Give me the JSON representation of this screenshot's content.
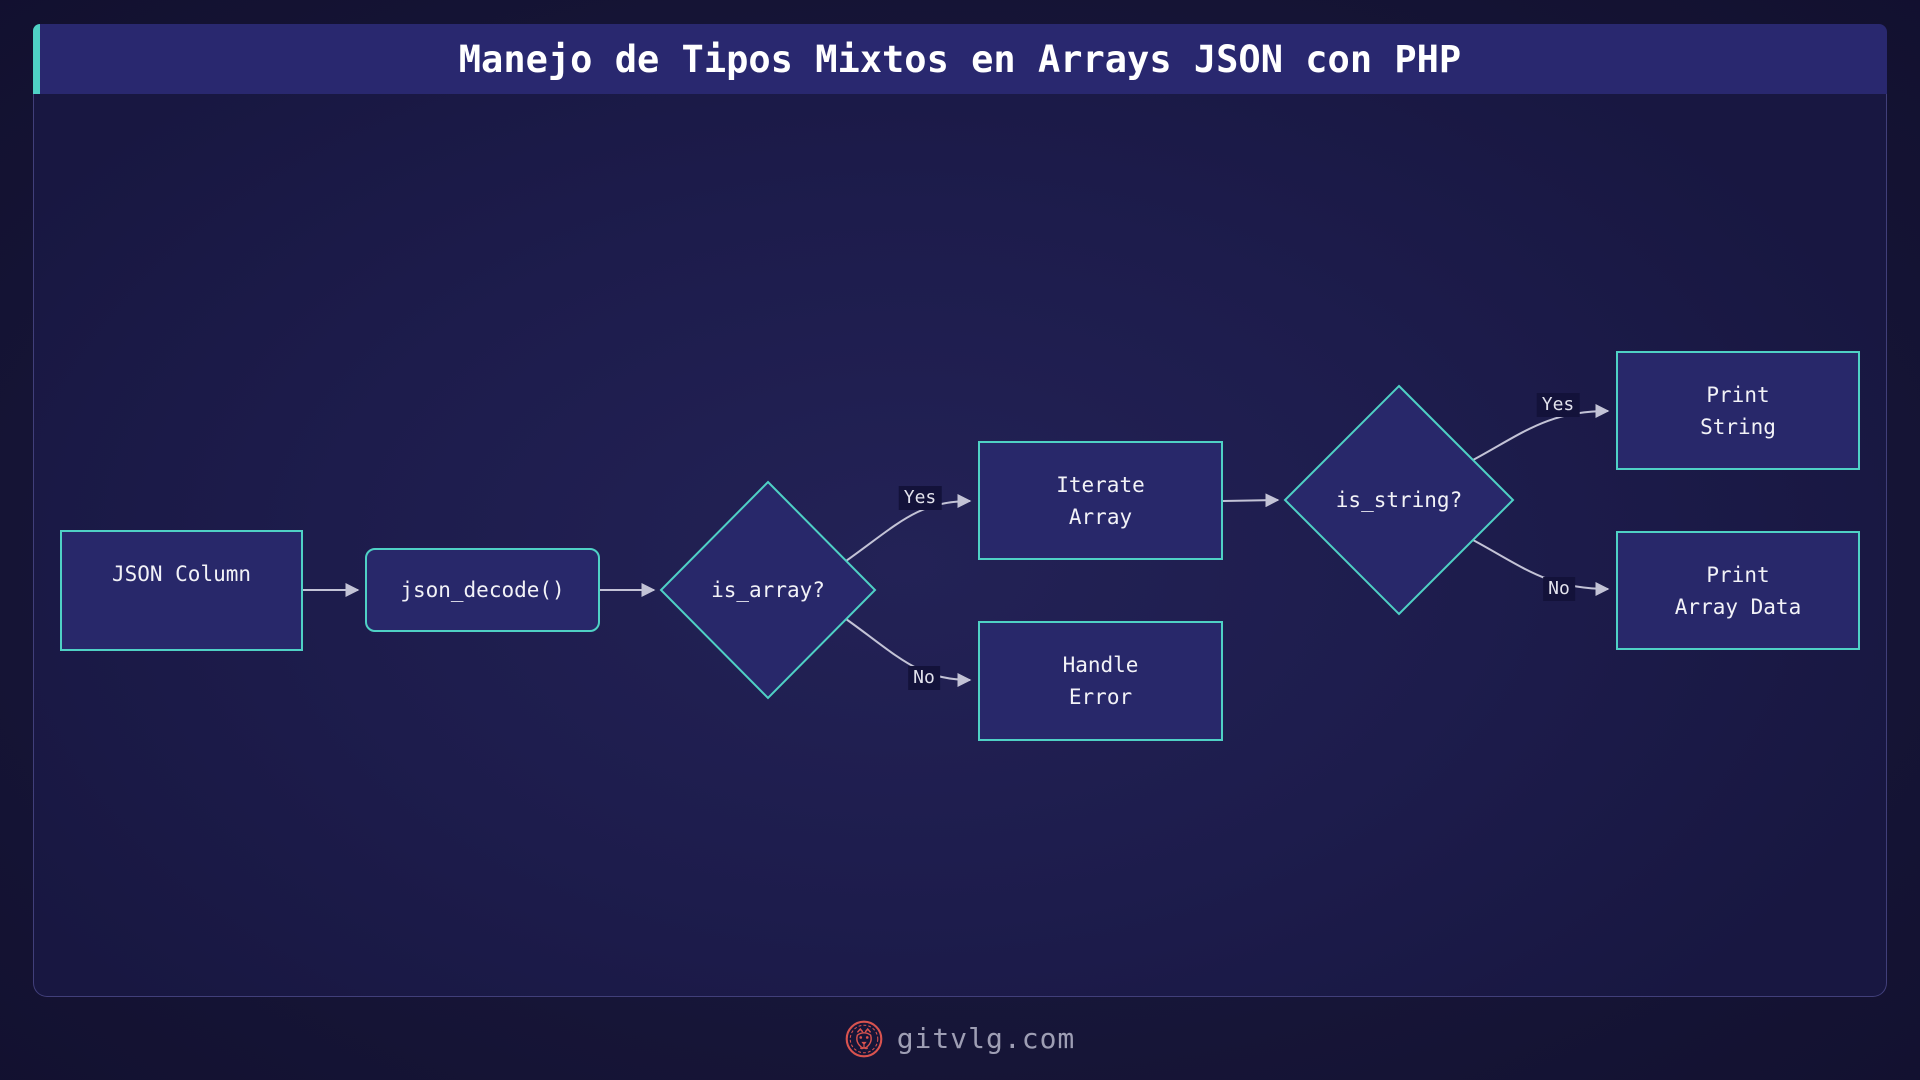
{
  "header": {
    "title": "Manejo de Tipos Mixtos en Arrays JSON con PHP"
  },
  "flowchart": {
    "nodes": {
      "json_column": {
        "label": "JSON Column"
      },
      "json_decode": {
        "label": "json_decode()"
      },
      "is_array": {
        "label": "is_array?"
      },
      "iterate_array": {
        "line1": "Iterate",
        "line2": "Array"
      },
      "handle_error": {
        "line1": "Handle",
        "line2": "Error"
      },
      "is_string": {
        "label": "is_string?"
      },
      "print_string": {
        "line1": "Print",
        "line2": "String"
      },
      "print_array_data": {
        "line1": "Print",
        "line2": "Array Data"
      }
    },
    "edge_labels": {
      "is_array_yes": "Yes",
      "is_array_no": "No",
      "is_string_yes": "Yes",
      "is_string_no": "No"
    }
  },
  "footer": {
    "site": "gitvlg.com",
    "logo": "lion-medallion-icon"
  },
  "colors": {
    "accent_teal": "#4fd1c5",
    "node_fill": "#28286a",
    "node_border": "#4fd1c5",
    "header_bg": "#29286f",
    "arrow": "#c3c3d6",
    "edge_label_bg": "#13123a",
    "logo_red": "#d9534f",
    "panel_bg": "#1d1c4c"
  }
}
